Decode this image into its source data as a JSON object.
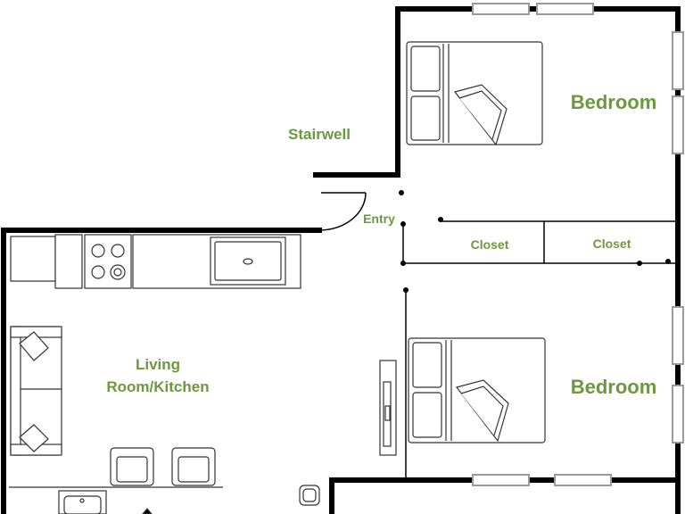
{
  "rooms": {
    "bedroom_top": "Bedroom",
    "bedroom_bottom": "Bedroom",
    "stairwell": "Stairwell",
    "entry": "Entry",
    "closet_left": "Closet",
    "closet_right": "Closet",
    "living_line1": "Living",
    "living_line2": "Room/Kitchen"
  },
  "colors": {
    "label": "#6a9a3c",
    "wall": "#000000",
    "fixture": "#333333",
    "window": "#9a9a9a"
  }
}
